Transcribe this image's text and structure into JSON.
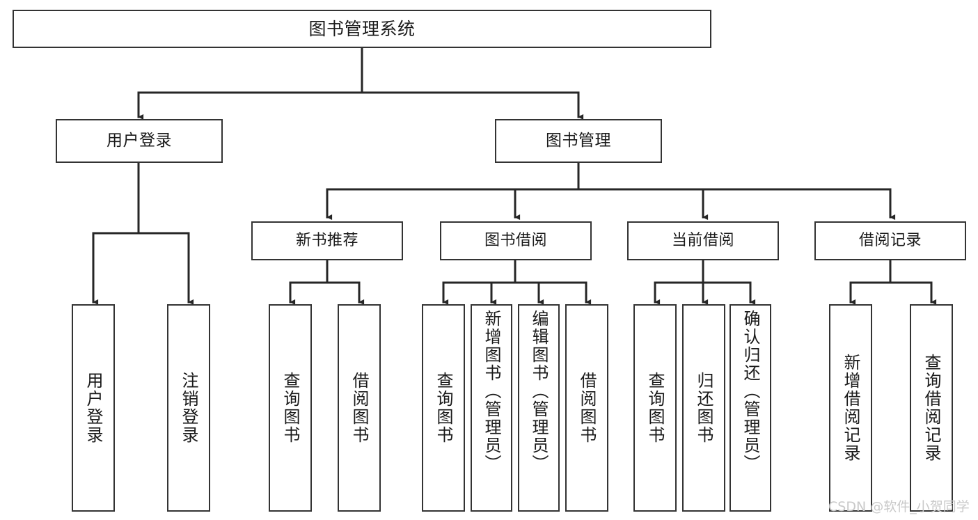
{
  "diagram": {
    "title": "图书管理系统",
    "type": "功能结构图",
    "colors": {
      "background": "#ffffff",
      "node_border": "#333333",
      "node_fill": "#ffffff",
      "connector": "#262626",
      "text": "#1a1a1a",
      "watermark": "#c9c9c9"
    },
    "root": {
      "id": "root",
      "label": "图书管理系统"
    },
    "level1": [
      {
        "id": "user-login",
        "label": "用户登录"
      },
      {
        "id": "book-management",
        "label": "图书管理"
      }
    ],
    "level2": [
      {
        "id": "new-book-recommend",
        "label": "新书推荐",
        "parent": "book-management"
      },
      {
        "id": "book-borrow",
        "label": "图书借阅",
        "parent": "book-management"
      },
      {
        "id": "current-borrow",
        "label": "当前借阅",
        "parent": "book-management"
      },
      {
        "id": "borrow-record",
        "label": "借阅记录",
        "parent": "book-management"
      }
    ],
    "leaves": {
      "user_login": [
        {
          "id": "leaf-user-login",
          "label": "用户登录"
        },
        {
          "id": "leaf-logout",
          "label": "注销登录"
        }
      ],
      "new_book_recommend": [
        {
          "id": "leaf-query-book-1",
          "label": "查询图书"
        },
        {
          "id": "leaf-borrow-book-1",
          "label": "借阅图书"
        }
      ],
      "book_borrow": [
        {
          "id": "leaf-query-book-2",
          "label": "查询图书"
        },
        {
          "id": "leaf-add-book",
          "label": "新增图书（管理员）"
        },
        {
          "id": "leaf-edit-book",
          "label": "编辑图书（管理员）"
        },
        {
          "id": "leaf-borrow-book-2",
          "label": "借阅图书"
        }
      ],
      "current_borrow": [
        {
          "id": "leaf-query-book-3",
          "label": "查询图书"
        },
        {
          "id": "leaf-return-book",
          "label": "归还图书"
        },
        {
          "id": "leaf-confirm-return",
          "label": "确认归还（管理员）"
        }
      ],
      "borrow_record": [
        {
          "id": "leaf-add-record",
          "label": "新增借阅记录"
        },
        {
          "id": "leaf-query-record",
          "label": "查询借阅记录"
        }
      ]
    }
  },
  "watermark": {
    "text": "CSDN @软件_小贺同学"
  }
}
